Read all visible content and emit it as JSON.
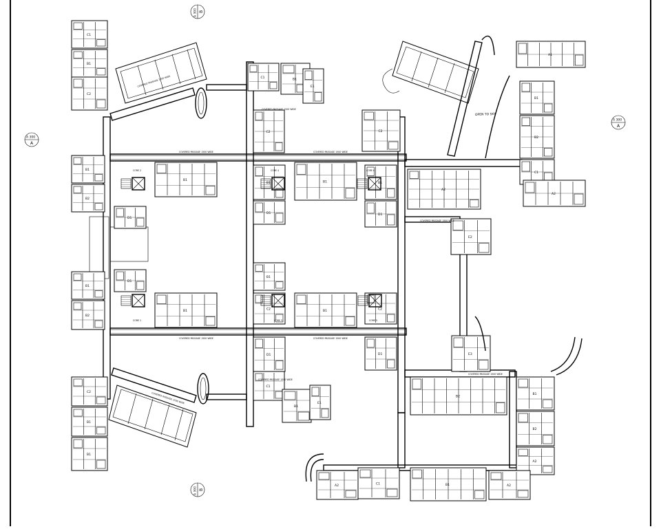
{
  "plan": {
    "section_markers": [
      {
        "id": "sec-b-top",
        "number": "B",
        "sheet": "A 300",
        "rotation": -90
      },
      {
        "id": "sec-a-left",
        "number": "A",
        "sheet": "A 300",
        "rotation": 0
      },
      {
        "id": "sec-a-right",
        "number": "A",
        "sheet": "A 300",
        "rotation": 0
      },
      {
        "id": "sec-b-bottom",
        "number": "B",
        "sheet": "A 300",
        "rotation": -90
      }
    ],
    "cores": [
      "CORE 1",
      "CORE 2",
      "CORE 3",
      "CORE 4",
      "CORE 5",
      "CORE 6"
    ],
    "corridor_label": "COVERED PASSAGE 1500 WIDE",
    "open_label": "OPEN TO SKY",
    "unit_types": [
      "A1",
      "A2",
      "A3",
      "B1",
      "B2",
      "C1",
      "C2",
      "D1",
      "E1",
      "E2",
      "E3"
    ]
  },
  "colors": {
    "line": "#000000",
    "background": "#ffffff"
  }
}
